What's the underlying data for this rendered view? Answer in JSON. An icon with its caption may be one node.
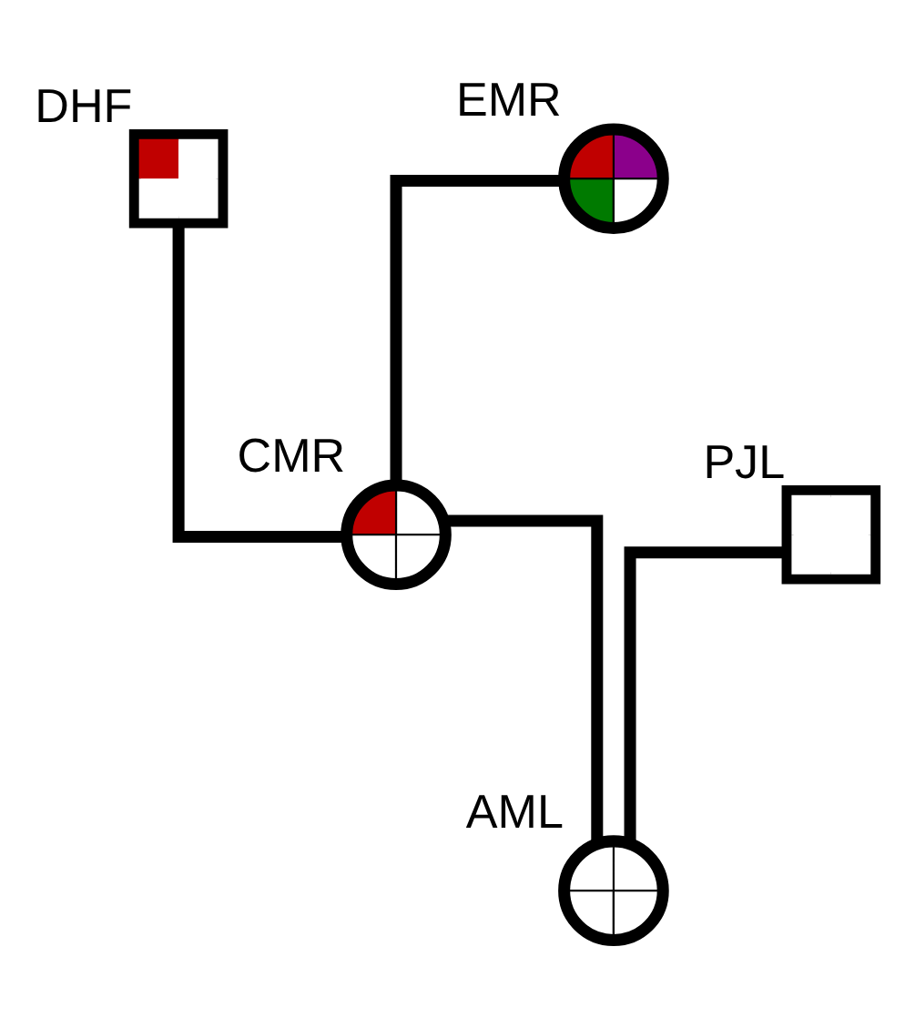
{
  "diagram": {
    "nodes": [
      {
        "text": [],
        "shape": "box",
        "beside": [
          "DHF"
        ]
      },
      {
        "text": [],
        "shape": "circle",
        "beside": [
          "EMR"
        ]
      },
      {
        "text": [],
        "shape": "box",
        "beside": [
          "PJL"
        ]
      },
      {
        "text": [],
        "shape": "circle",
        "beside": [
          "CMR"
        ]
      },
      {
        "text": [],
        "shape": "circle",
        "beside": [
          "AML"
        ]
      }
    ],
    "edges": [
      {
        "from": 0,
        "to": 3,
        "arrow": "none"
      },
      {
        "from": 1,
        "to": 3,
        "arrow": "none"
      },
      {
        "from": 2,
        "to": 4,
        "arrow": "none"
      },
      {
        "from": 3,
        "to": 4,
        "arrow": "none"
      }
    ]
  }
}
